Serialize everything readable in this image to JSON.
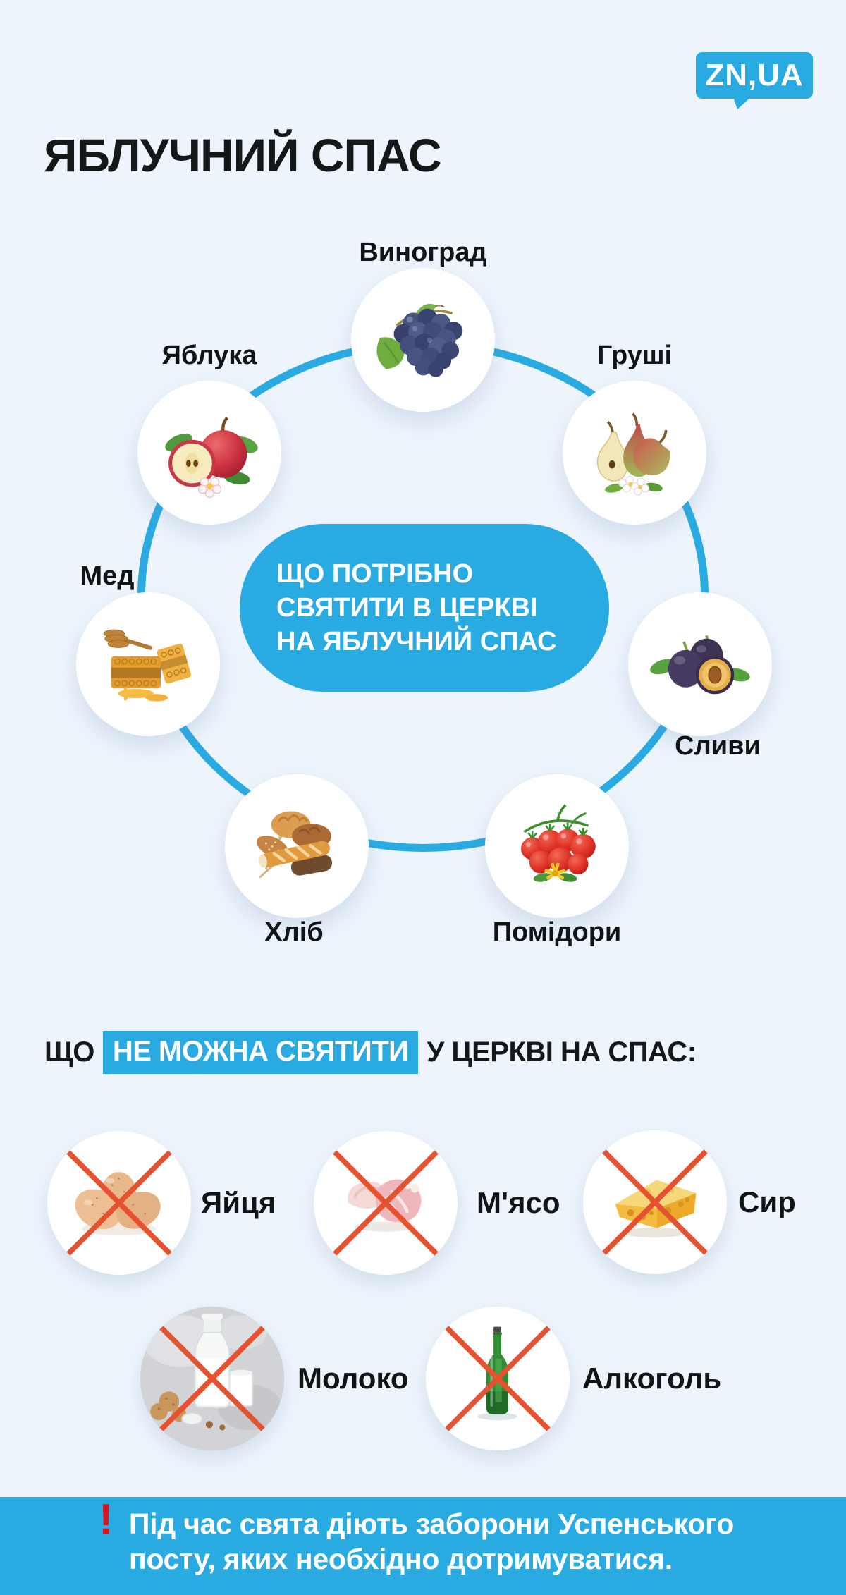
{
  "logo": {
    "text": "ZN,UA"
  },
  "title": "ЯБЛУЧНИЙ СПАС",
  "colors": {
    "accent": "#29abe2",
    "background": "#edf4fc",
    "cross": "#e6512f",
    "alert_red": "#d6161f",
    "text": "#141819"
  },
  "diagram": {
    "center_text": "ЩО ПОТРІБНО\nСВЯТИТИ В ЦЕРКВІ\nНА ЯБЛУЧНИЙ СПАС",
    "items": [
      {
        "label": "Виноград",
        "icon": "grapes-icon"
      },
      {
        "label": "Яблука",
        "icon": "apples-icon"
      },
      {
        "label": "Груші",
        "icon": "pears-icon"
      },
      {
        "label": "Мед",
        "icon": "honey-icon"
      },
      {
        "label": "Сливи",
        "icon": "plums-icon"
      },
      {
        "label": "Хліб",
        "icon": "bread-icon"
      },
      {
        "label": "Помідори",
        "icon": "tomatoes-icon"
      }
    ]
  },
  "forbidden": {
    "heading_prefix": "ЩО",
    "heading_highlight": "НЕ МОЖНА СВЯТИТИ",
    "heading_suffix": "У ЦЕРКВІ НА СПАС:",
    "items": [
      {
        "label": "Яйця",
        "icon": "eggs-icon"
      },
      {
        "label": "М'ясо",
        "icon": "meat-icon"
      },
      {
        "label": "Сир",
        "icon": "cheese-icon"
      },
      {
        "label": "Молоко",
        "icon": "milk-icon"
      },
      {
        "label": "Алкоголь",
        "icon": "alcohol-icon"
      }
    ]
  },
  "footer": {
    "exclamation": "!",
    "text": "Під час свята діють заборони Успенського\nпосту, яких необхідно дотримуватися."
  }
}
